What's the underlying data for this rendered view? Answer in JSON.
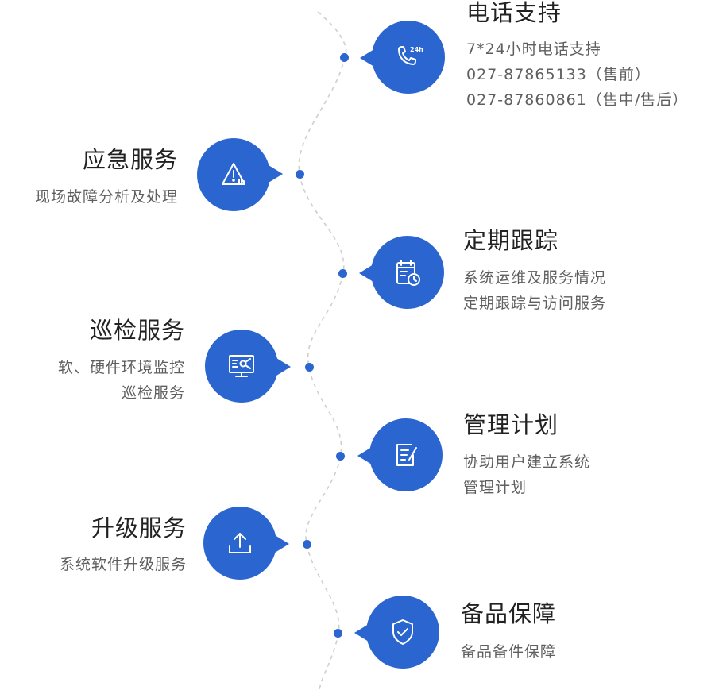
{
  "services": [
    {
      "key": "phone",
      "title": "电话支持",
      "lines": [
        "7*24小时电话支持",
        "027-87865133（售前）",
        "027-87860861（售中/售后）"
      ],
      "icon": "phone-24h-icon"
    },
    {
      "key": "emergency",
      "title": "应急服务",
      "lines": [
        "现场故障分析及处理"
      ],
      "icon": "warning-icon"
    },
    {
      "key": "tracking",
      "title": "定期跟踪",
      "lines": [
        "系统运维及服务情况",
        "定期跟踪与访问服务"
      ],
      "icon": "calendar-clock-icon"
    },
    {
      "key": "inspection",
      "title": "巡检服务",
      "lines": [
        "软、硬件环境监控",
        "巡检服务"
      ],
      "icon": "monitor-icon"
    },
    {
      "key": "management",
      "title": "管理计划",
      "lines": [
        "协助用户建立系统",
        "管理计划"
      ],
      "icon": "edit-document-icon"
    },
    {
      "key": "upgrade",
      "title": "升级服务",
      "lines": [
        "系统软件升级服务"
      ],
      "icon": "upload-icon"
    },
    {
      "key": "spare",
      "title": "备品保障",
      "lines": [
        "备品备件保障"
      ],
      "icon": "shield-check-icon"
    }
  ],
  "colors": {
    "accent": "#2b66d0",
    "title": "#222222",
    "desc": "#5f5f5f",
    "line": "#cfcfcf"
  }
}
